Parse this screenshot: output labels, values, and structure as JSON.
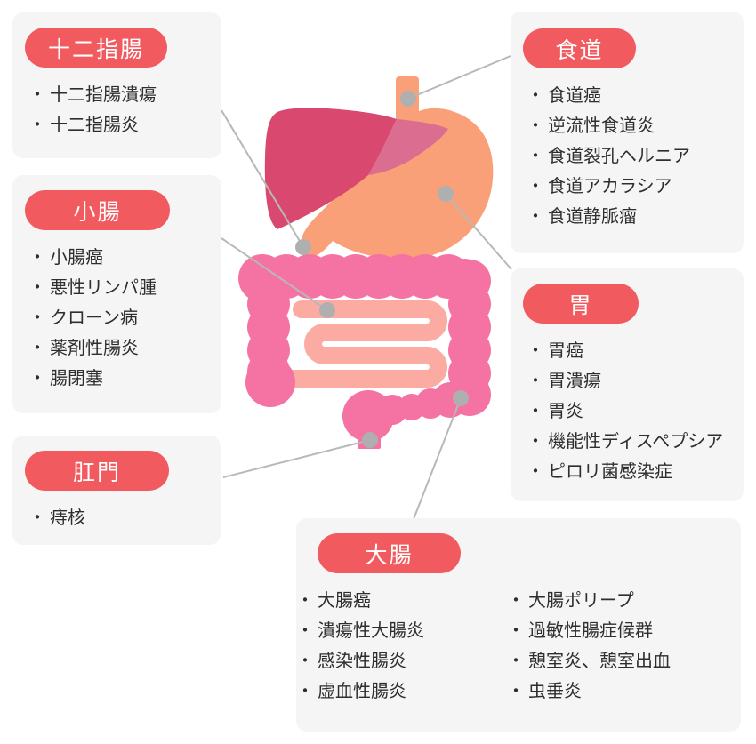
{
  "ui": {
    "bullet": "・",
    "colors": {
      "accent": "#F15B60",
      "panel_bg": "#F5F5F6",
      "text": "#2E2E2E",
      "pill_text": "#FFFFFF"
    }
  },
  "boxes": [
    {
      "id": "duodenum",
      "label": "十二指腸",
      "items": [
        "十二指腸潰瘍",
        "十二指腸炎"
      ]
    },
    {
      "id": "esophagus",
      "label": "食道",
      "items": [
        "食道癌",
        "逆流性食道炎",
        "食道裂孔ヘルニア",
        "食道アカラシア",
        "食道静脈瘤"
      ]
    },
    {
      "id": "small-intestine",
      "label": "小腸",
      "items": [
        "小腸癌",
        "悪性リンパ腫",
        "クローン病",
        "薬剤性腸炎",
        "腸閉塞"
      ]
    },
    {
      "id": "stomach",
      "label": "胃",
      "items": [
        "胃癌",
        "胃潰瘍",
        "胃炎",
        "機能性ディスペプシア",
        "ピロリ菌感染症"
      ]
    },
    {
      "id": "anus",
      "label": "肛門",
      "items": [
        "痔核"
      ]
    },
    {
      "id": "colon",
      "label": "大腸",
      "columns": [
        [
          "大腸癌",
          "潰瘍性大腸炎",
          "感染性腸炎",
          "虚血性腸炎"
        ],
        [
          "大腸ポリープ",
          "過敏性腸症候群",
          "憩室炎、憩室出血",
          "虫垂炎"
        ]
      ]
    }
  ],
  "illustration": {
    "organ_shapes": [
      "esophagus",
      "stomach",
      "liver",
      "small-intestine",
      "large-intestine",
      "rectum"
    ],
    "colors": {
      "liver": "#D8486F",
      "liver_overlap": "#DB6E90",
      "stomach_esophagus": "#FAA078",
      "large_intestine": "#F573A2",
      "small_intestine": "#FCABA3",
      "connector_line": "#B8B8B8",
      "marker_dot": "#AFAFAF"
    }
  }
}
